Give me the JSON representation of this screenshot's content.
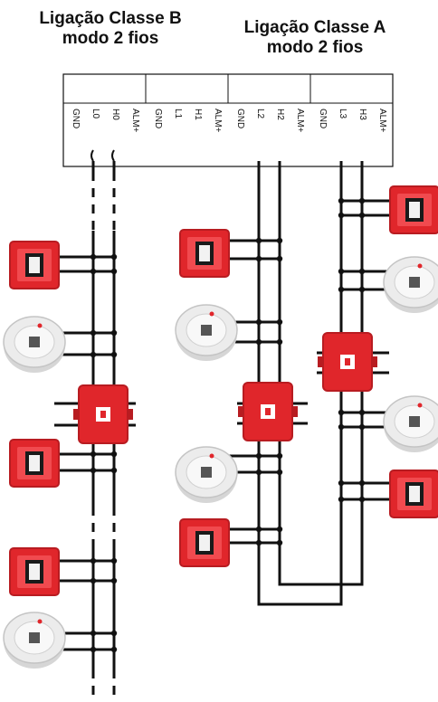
{
  "titles": {
    "class_b_line1": "Ligação Classe B",
    "class_b_line2": "modo 2 fios",
    "class_a_line1": "Ligação Classe A",
    "class_a_line2": "modo 2 fios"
  },
  "terminal_groups": [
    {
      "labels": [
        "GND",
        "L0",
        "H0",
        "ALM+"
      ]
    },
    {
      "labels": [
        "GND",
        "L1",
        "H1",
        "ALM+"
      ]
    },
    {
      "labels": [
        "GND",
        "L2",
        "H2",
        "ALM+"
      ]
    },
    {
      "labels": [
        "GND",
        "L3",
        "H3",
        "ALM+"
      ]
    }
  ],
  "colors": {
    "device_red": "#e0262b",
    "device_red_dark": "#b81c21",
    "detector_white": "#ececec",
    "wire": "#111111"
  },
  "devices": {
    "class_b": [
      "manual-call-point",
      "smoke-detector",
      "isolator-module",
      "manual-call-point",
      "manual-call-point",
      "smoke-detector"
    ],
    "class_a_left": [
      "manual-call-point",
      "smoke-detector",
      "isolator-module",
      "smoke-detector",
      "manual-call-point"
    ],
    "class_a_right": [
      "manual-call-point",
      "smoke-detector",
      "isolator-module",
      "smoke-detector",
      "manual-call-point"
    ]
  }
}
